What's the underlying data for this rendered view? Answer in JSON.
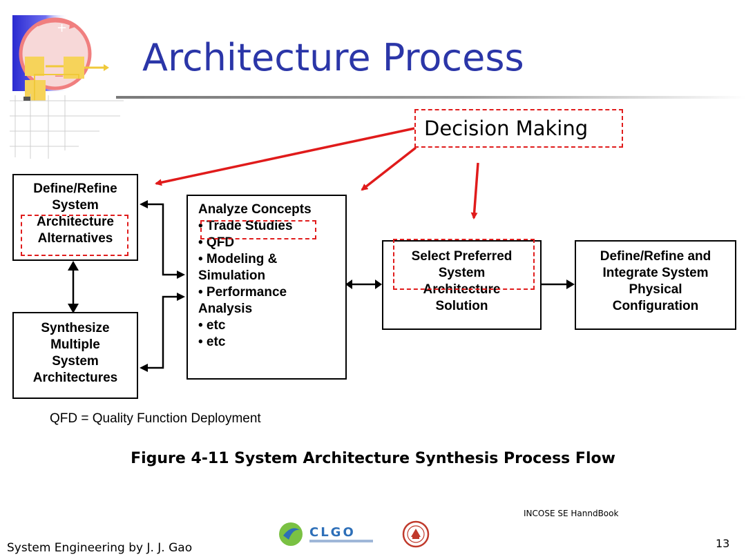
{
  "slide": {
    "title": "Architecture Process",
    "decision_label": "Decision Making",
    "boxes": {
      "define_refine_system": [
        "Define/Refine",
        "System"
      ],
      "architecture_alternatives": [
        "Architecture",
        "Alternatives"
      ],
      "synthesize": [
        "Synthesize",
        "Multiple",
        "System",
        "Architectures"
      ],
      "analyze_concepts": [
        "Analyze Concepts",
        "• Trade Studies",
        "• QFD",
        "• Modeling &",
        "Simulation",
        "• Performance",
        "Analysis",
        "• etc",
        "• etc"
      ],
      "select_preferred": [
        "Select Preferred",
        "System",
        "Architecture",
        "Solution"
      ],
      "define_integrate": [
        "Define/Refine and",
        "Integrate System",
        "Physical",
        "Configuration"
      ]
    },
    "qfd_note": "QFD = Quality Function Deployment",
    "figure_caption": "Figure 4-11 System Architecture Synthesis Process Flow",
    "source": "INCOSE SE HanndBook",
    "footer_author": "System Engineering by J. J. Gao",
    "logo_text": "CLGO",
    "page_number": "13"
  },
  "colors": {
    "title": "#2b36a8",
    "highlight": "#e01b1b",
    "logo_blue": "#2d6fb8"
  }
}
